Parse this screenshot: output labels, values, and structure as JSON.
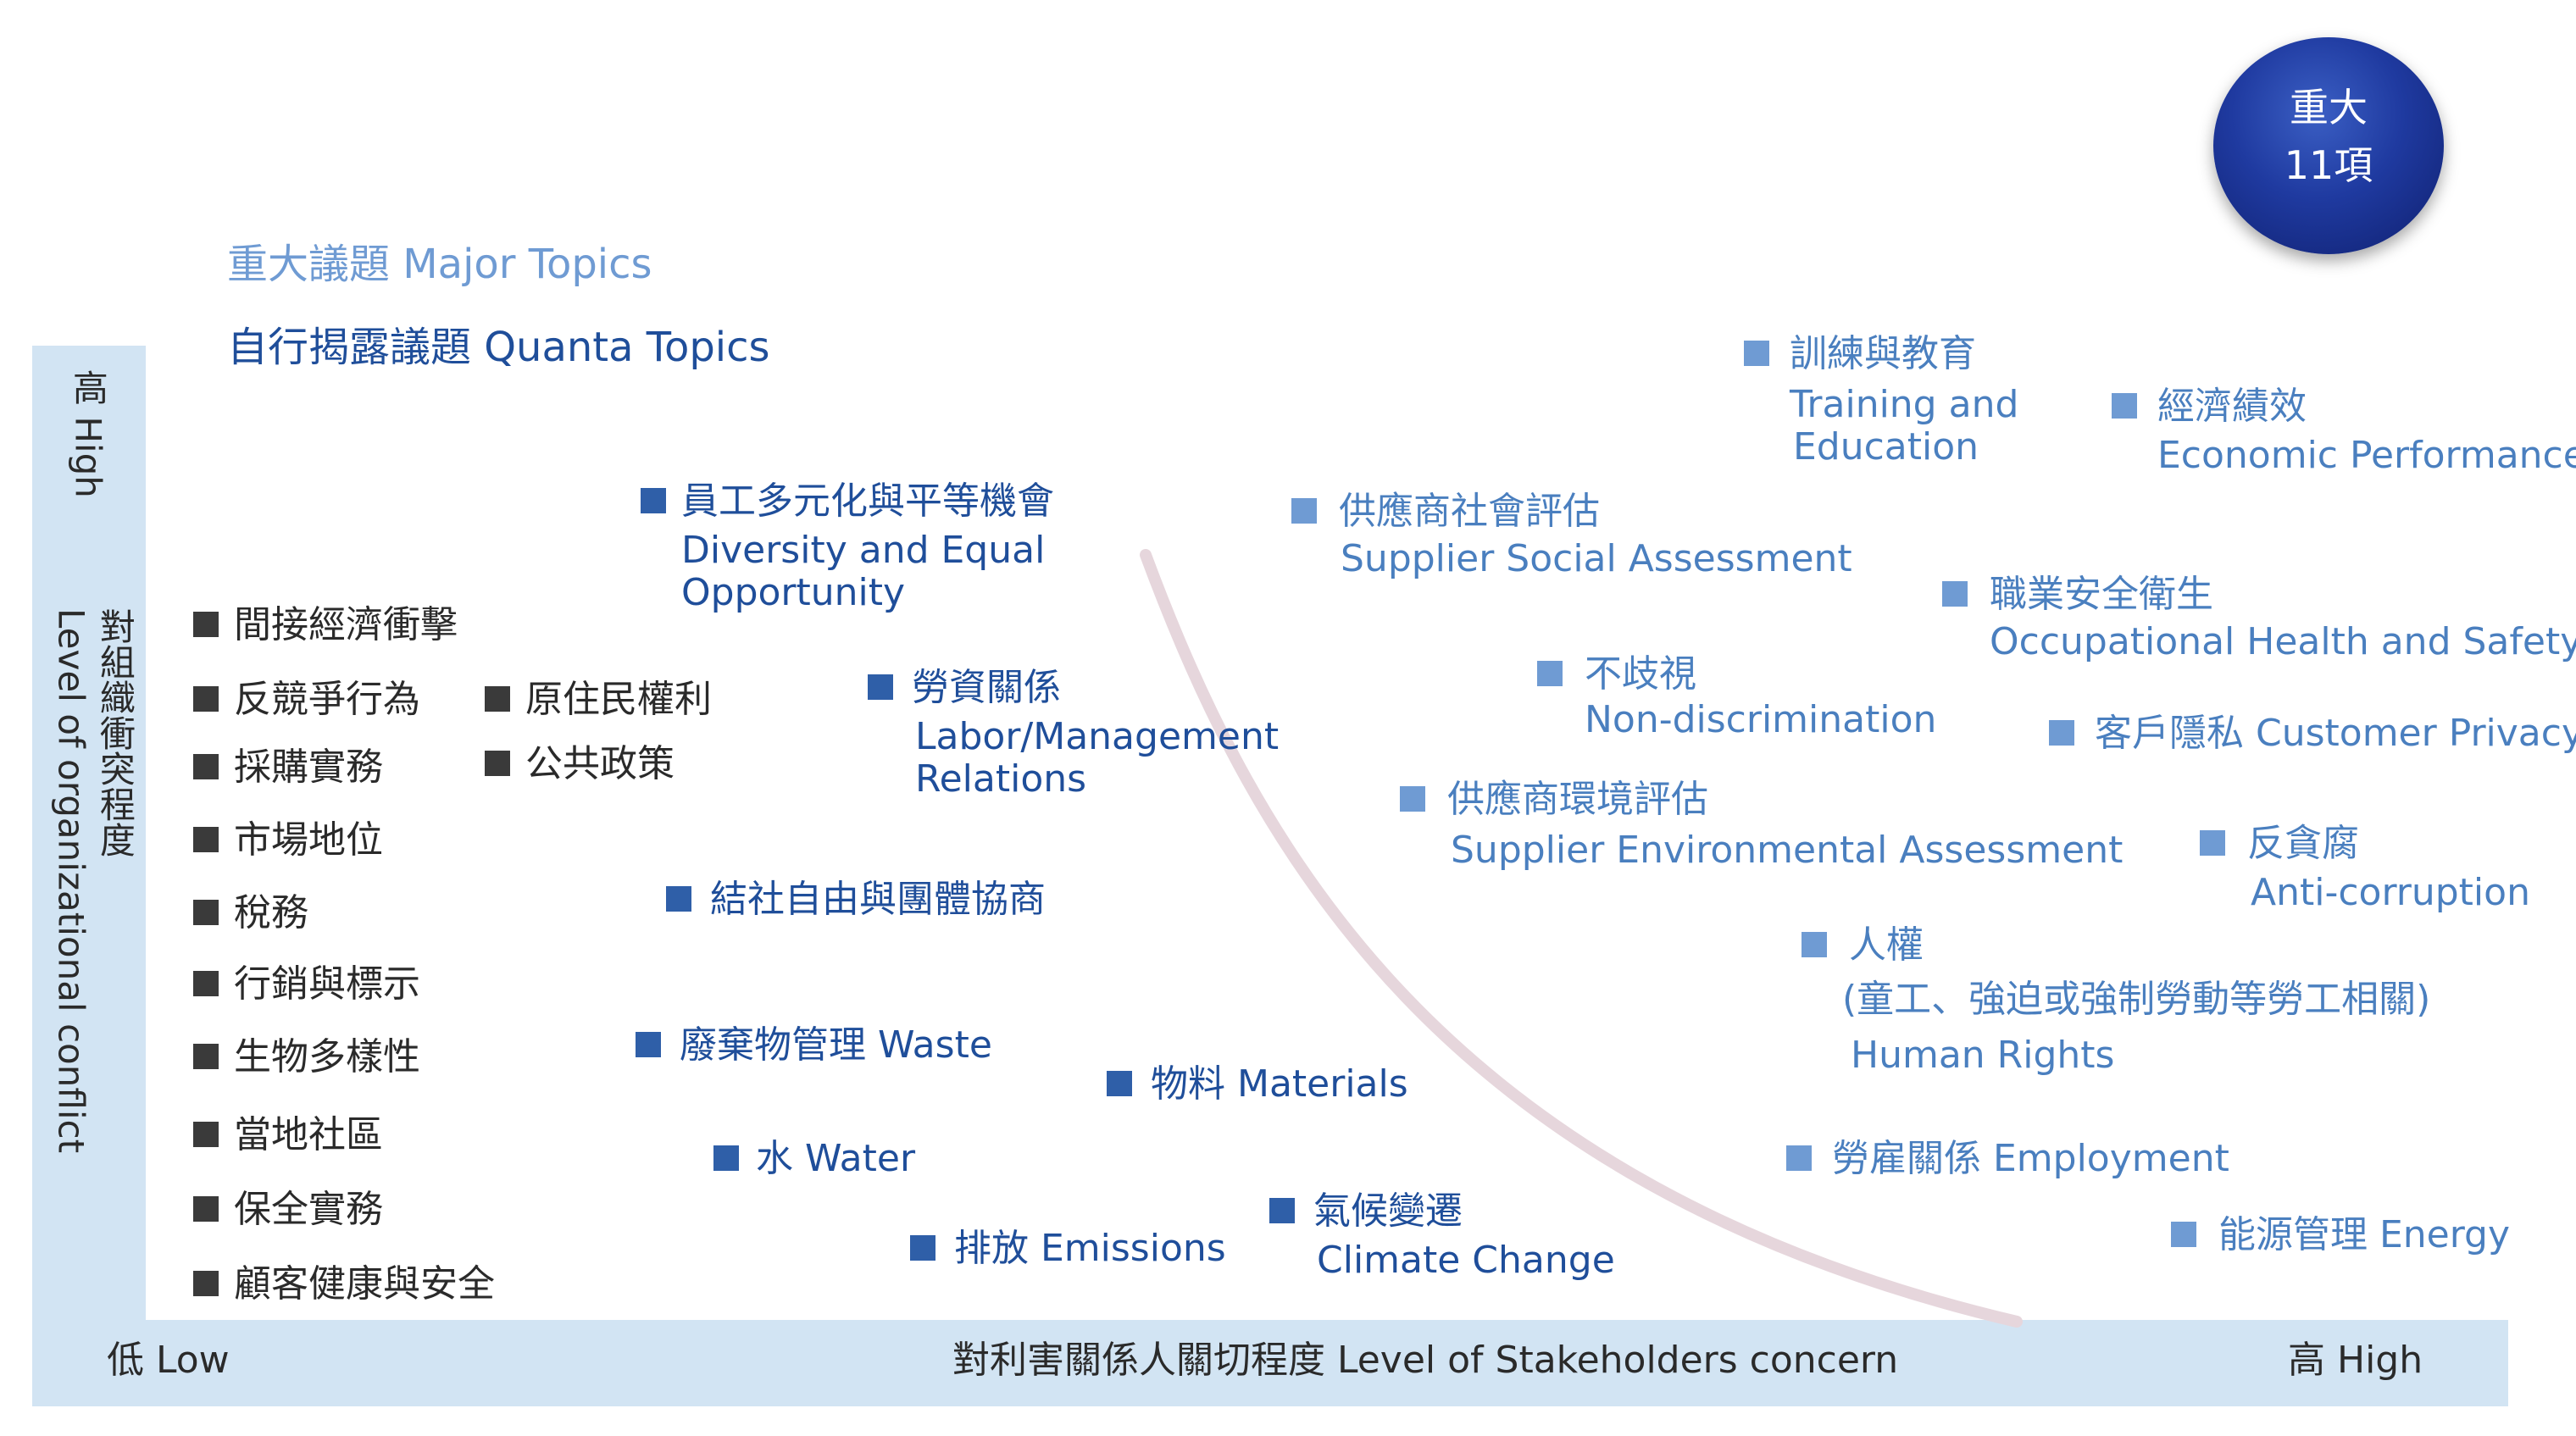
{
  "legend": {
    "major_topics": "重大議題 Major Topics",
    "quanta_topics": "自行揭露議題 Quanta Topics"
  },
  "badge": {
    "line1": "重大",
    "line2": "11項"
  },
  "axis": {
    "y_high": "高 High",
    "y_label_zh": "對組織衝突程度",
    "y_label_en": "Level of organizational conflict",
    "x_low": "低  Low",
    "x_label": "對利害關係人關切程度  Level of Stakeholders concern",
    "x_high": "高  High"
  },
  "colors": {
    "other_topics": "#3a3a3a",
    "quanta_topics": "#2f5fa8",
    "major_topics": "#6f9bd3",
    "axis_band": "#d2e4f3",
    "curve": "#e6d6dc"
  },
  "other_topics": [
    "間接經濟衝擊",
    "反競爭行為",
    "採購實務",
    "市場地位",
    "稅務",
    "行銷與標示",
    "生物多樣性",
    "當地社區",
    "保全實務",
    "顧客健康與安全",
    "原住民權利",
    "公共政策"
  ],
  "quanta_topics": [
    {
      "zh": "員工多元化與平等機會",
      "en": "Diversity and Equal",
      "en2": "Opportunity"
    },
    {
      "zh": "勞資關係",
      "en": "Labor/Management",
      "en2": "Relations"
    },
    {
      "zh": "結社自由與團體協商"
    },
    {
      "zh": "廢棄物管理 Waste"
    },
    {
      "zh": "水 Water"
    },
    {
      "zh": "排放 Emissions"
    },
    {
      "zh": "物料 Materials"
    },
    {
      "zh": "氣候變遷",
      "en": "Climate Change"
    }
  ],
  "major_topics": [
    {
      "zh": "訓練與教育",
      "en": "Training and",
      "en2": "Education"
    },
    {
      "zh": "經濟績效",
      "en": "Economic Performance"
    },
    {
      "zh": "供應商社會評估",
      "en": "Supplier Social Assessment"
    },
    {
      "zh": "職業安全衛生",
      "en": "Occupational Health and Safety"
    },
    {
      "zh": "不歧視",
      "en": "Non-discrimination"
    },
    {
      "zh": "客戶隱私 Customer Privacy"
    },
    {
      "zh": "供應商環境評估",
      "en": "Supplier Environmental Assessment"
    },
    {
      "zh": "反貪腐",
      "en": "Anti-corruption"
    },
    {
      "zh": "人權",
      "en": "(童工、強迫或強制勞動等勞工相關)",
      "en2": "Human Rights"
    },
    {
      "zh": "勞雇關係 Employment"
    },
    {
      "zh": "能源管理 Energy"
    }
  ]
}
